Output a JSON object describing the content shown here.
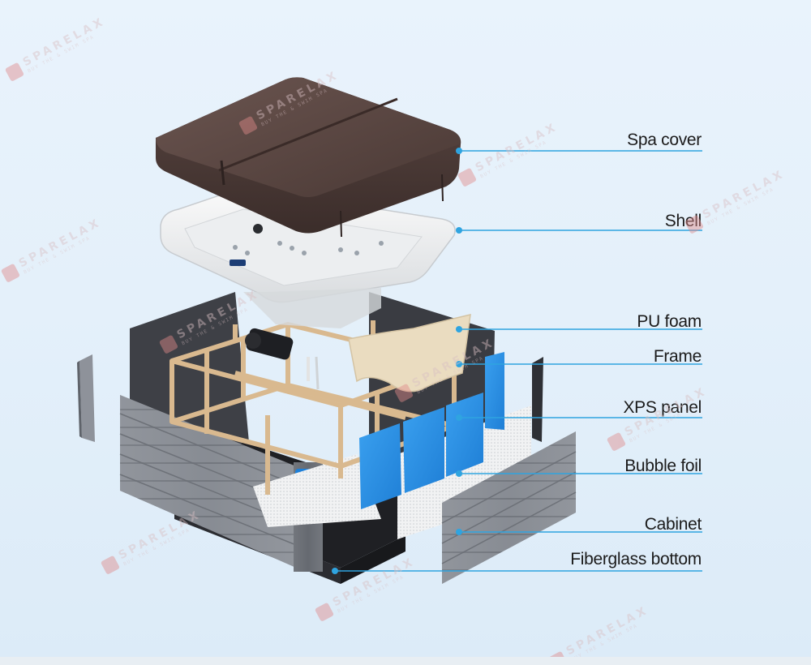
{
  "diagram": {
    "labels": [
      {
        "key": "spa-cover",
        "text": "Spa cover"
      },
      {
        "key": "shell",
        "text": "Shell"
      },
      {
        "key": "pu-foam",
        "text": "PU foam"
      },
      {
        "key": "frame",
        "text": "Frame"
      },
      {
        "key": "xps-panel",
        "text": "XPS panel"
      },
      {
        "key": "bubble-foil",
        "text": "Bubble foil"
      },
      {
        "key": "cabinet",
        "text": "Cabinet"
      },
      {
        "key": "fiberglass-bottom",
        "text": "Fiberglass bottom"
      }
    ],
    "leader_color": "#2fa4e0"
  },
  "watermark": {
    "name": "SPARELAX",
    "tagline": "BUY THE & SWIM SPA"
  }
}
